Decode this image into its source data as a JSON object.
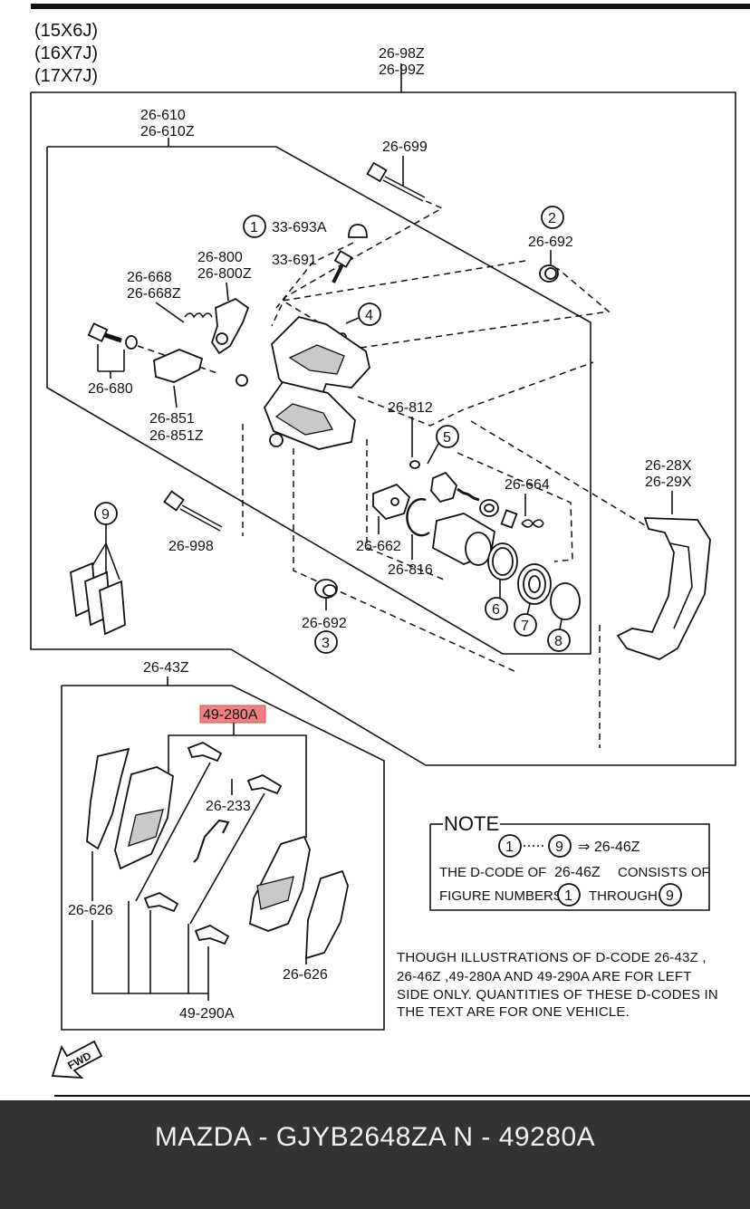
{
  "sizes": [
    "(15X6J)",
    "(16X7J)",
    "(17X7J)"
  ],
  "labels": {
    "l_26_98z": "26-98Z",
    "l_26_99z": "26-99Z",
    "l_26_610": "26-610",
    "l_26_610z": "26-610Z",
    "l_26_699": "26-699",
    "l_33_693a": "33-693A",
    "l_33_691": "33-691",
    "l_26_800": "26-800",
    "l_26_800z": "26-800Z",
    "l_26_668": "26-668",
    "l_26_668z": "26-668Z",
    "l_26_680": "26-680",
    "l_26_851": "26-851",
    "l_26_851z": "26-851Z",
    "l_26_692_top": "26-692",
    "l_26_812": "26-812",
    "l_26_664": "26-664",
    "l_26_28x": "26-28X",
    "l_26_29x": "26-29X",
    "l_26_662": "26-662",
    "l_26_816": "26-816",
    "l_26_998": "26-998",
    "l_26_692_bot": "26-692",
    "l_26_43z": "26-43Z",
    "l_49_280a": "49-280A",
    "l_26_233": "26-233",
    "l_26_626_left": "26-626",
    "l_26_626_right": "26-626",
    "l_49_290a": "49-290A"
  },
  "circled": [
    "1",
    "2",
    "3",
    "4",
    "5",
    "6",
    "7",
    "8",
    "9"
  ],
  "note": {
    "title": "NOTE",
    "range_from": "1",
    "range_to": "9",
    "range_code": "⇒ 26-46Z",
    "line2_a": "THE D-CODE OF",
    "line2_b": "26-46Z",
    "line2_c": "CONSISTS OF",
    "line3_a": "FIGURE NUMBERS",
    "line3_b": "THROUGH"
  },
  "disclaimer": [
    "THOUGH ILLUSTRATIONS OF D-CODE 26-43Z ,",
    "26-46Z  ,49-280A AND 49-290A ARE FOR LEFT",
    "SIDE ONLY. QUANTITIES OF THESE D-CODES IN",
    "THE TEXT ARE FOR ONE VEHICLE."
  ],
  "fwd_label": "FWD",
  "footer": "MAZDA - GJYB2648ZA    N - 49280A",
  "colors": {
    "highlight": "#f08080",
    "footer_bg": "#333333"
  }
}
